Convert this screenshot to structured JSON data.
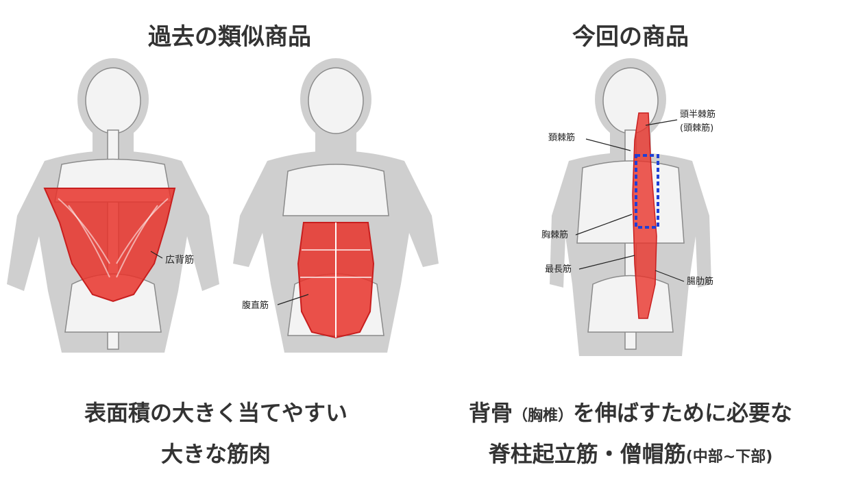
{
  "left": {
    "title": "過去の類似商品",
    "muscle_labels": {
      "latissimus": "広背筋",
      "rectus": "腹直筋"
    },
    "caption_line1": "表面積の大きく当てやすい",
    "caption_line2": "大きな筋肉"
  },
  "right": {
    "title": "今回の商品",
    "muscle_labels": {
      "semispinalis_capitis": "頭半棘筋",
      "spinalis_capitis": "(頭棘筋)",
      "spinalis_cervicis": "頚棘筋",
      "spinalis_thoracis": "胸棘筋",
      "longissimus": "最長筋",
      "iliocostalis": "腸肋筋"
    },
    "caption_line1_a": "背骨",
    "caption_line1_b": "（胸椎）",
    "caption_line1_c": "を伸ばすために必要な",
    "caption_line2_a": "脊柱起立筋・僧帽筋",
    "caption_line2_b": "(中部~下部)"
  },
  "colors": {
    "muscle": "#e8332a",
    "highlight_box": "#1f3fd6",
    "body": "#cfcfcf"
  }
}
